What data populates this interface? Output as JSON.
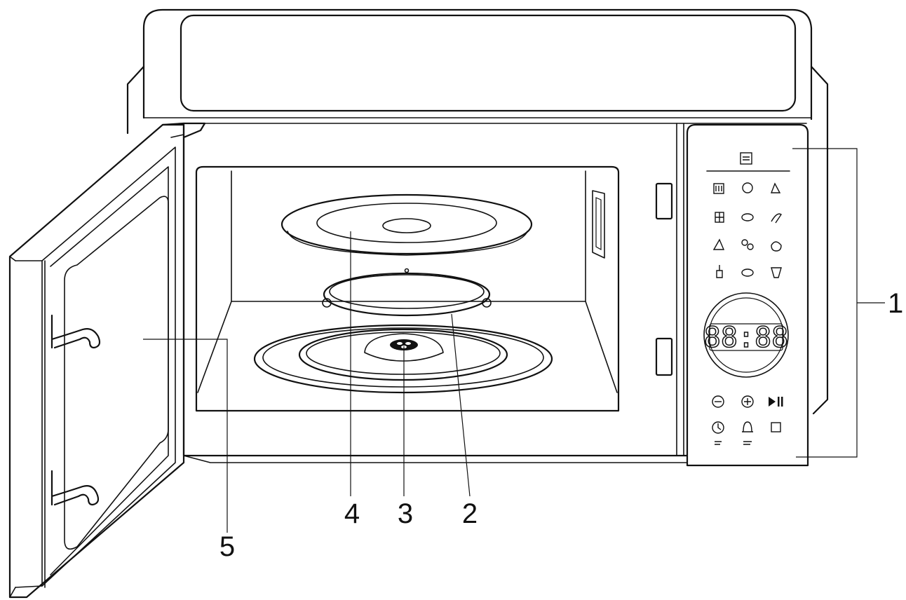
{
  "display": {
    "time": "88:88"
  },
  "callouts": {
    "control_panel": "1",
    "roller_ring": "2",
    "coupler": "3",
    "turntable": "4",
    "door": "5"
  }
}
